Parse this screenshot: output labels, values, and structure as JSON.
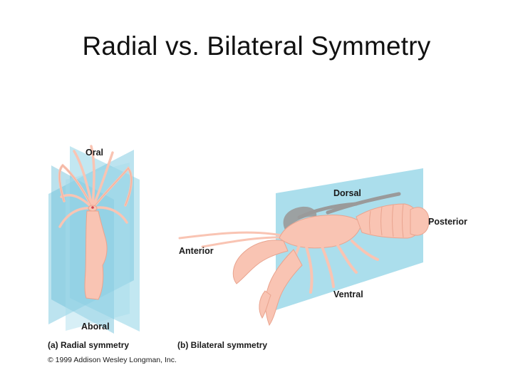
{
  "slide": {
    "title": "Radial vs. Bilateral Symmetry"
  },
  "radial": {
    "label_top": "Oral",
    "label_bottom": "Aboral",
    "caption": "(a) Radial symmetry"
  },
  "bilateral": {
    "label_left": "Anterior",
    "label_right": "Posterior",
    "label_top": "Dorsal",
    "label_bottom": "Ventral",
    "caption": "(b) Bilateral symmetry"
  },
  "copyright": "© 1999 Addison Wesley Longman, Inc.",
  "colors": {
    "plane": "#8fd3e6",
    "plane_dark": "#5fb6d4",
    "body": "#f9c4b3",
    "body_stroke": "#e9a48f",
    "gray": "#9a9a9a"
  }
}
